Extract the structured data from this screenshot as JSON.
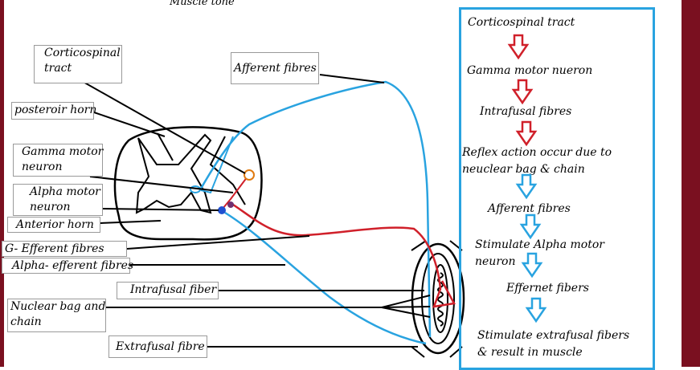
{
  "title": "Muscle tone",
  "colors": {
    "frame": "#7a1020",
    "afferent": "#29a3e0",
    "efferent": "#d0202a",
    "flow_border": "#29a3e0",
    "arrow_red": "#d0202a",
    "arrow_blue": "#29a3e0"
  },
  "labels": {
    "corticospinal": [
      "Corticospinal",
      "tract"
    ],
    "afferent_fibres": "Afferent fibres",
    "posterior_horn": "posteroir horn",
    "gamma_motor": [
      "Gamma motor",
      "neuron"
    ],
    "alpha_motor": [
      "Alpha motor",
      "neuron"
    ],
    "anterior_horn": "Anterior horn",
    "g_efferent": "G- Efferent fibres",
    "alpha_efferent": "Alpha- efferent fibres",
    "intrafusal": "Intrafusal fiber",
    "nuclear_bag": [
      "Nuclear bag and",
      "chain"
    ],
    "extrafusal": "Extrafusal fibre"
  },
  "flow": {
    "steps": [
      {
        "lines": [
          "Corticospinal tract"
        ],
        "arrow": "red"
      },
      {
        "lines": [
          "Gamma motor nueron"
        ],
        "arrow": "red"
      },
      {
        "lines": [
          "Intrafusal fibres"
        ],
        "arrow": "red"
      },
      {
        "lines": [
          "Reflex action occur due to",
          "neuclear bag & chain"
        ],
        "arrow": "blue"
      },
      {
        "lines": [
          "Afferent fibres"
        ],
        "arrow": "blue"
      },
      {
        "lines": [
          "Stimulate Alpha motor",
          "neuron"
        ],
        "arrow": "blue"
      },
      {
        "lines": [
          "Effernet fibers"
        ],
        "arrow": "blue"
      },
      {
        "lines": [
          "Stimulate extrafusal fibers",
          "& result in muscle"
        ],
        "arrow": ""
      }
    ]
  }
}
